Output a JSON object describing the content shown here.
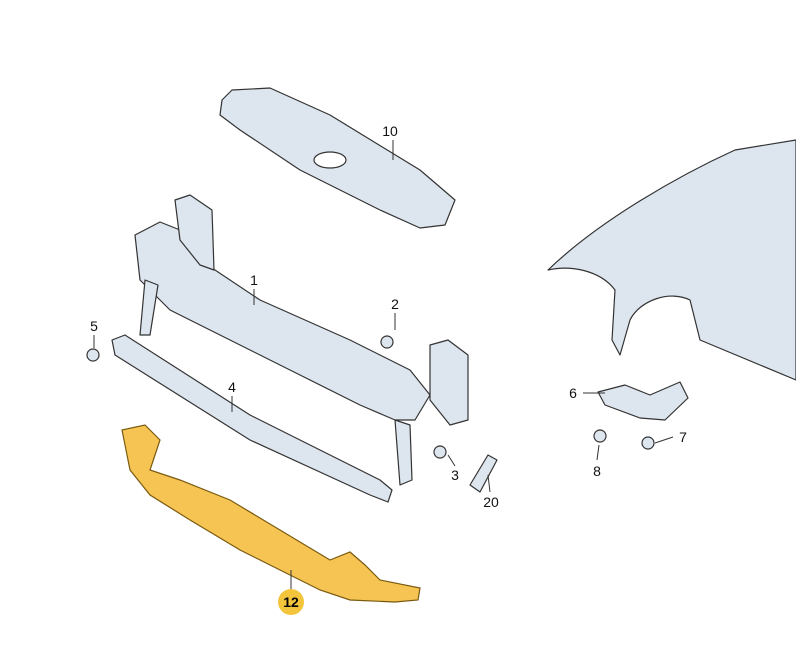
{
  "labels": {
    "p10": "10",
    "p1": "1",
    "p2": "2",
    "p5": "5",
    "p4": "4",
    "p3": "3",
    "p20": "20",
    "p6": "6",
    "p7": "7",
    "p8": "8",
    "p12": "12"
  },
  "colors": {
    "part": "#dde5ee",
    "highlight_part": "#f5c453",
    "highlight_label": "#f2c53d",
    "outline": "#333333"
  }
}
